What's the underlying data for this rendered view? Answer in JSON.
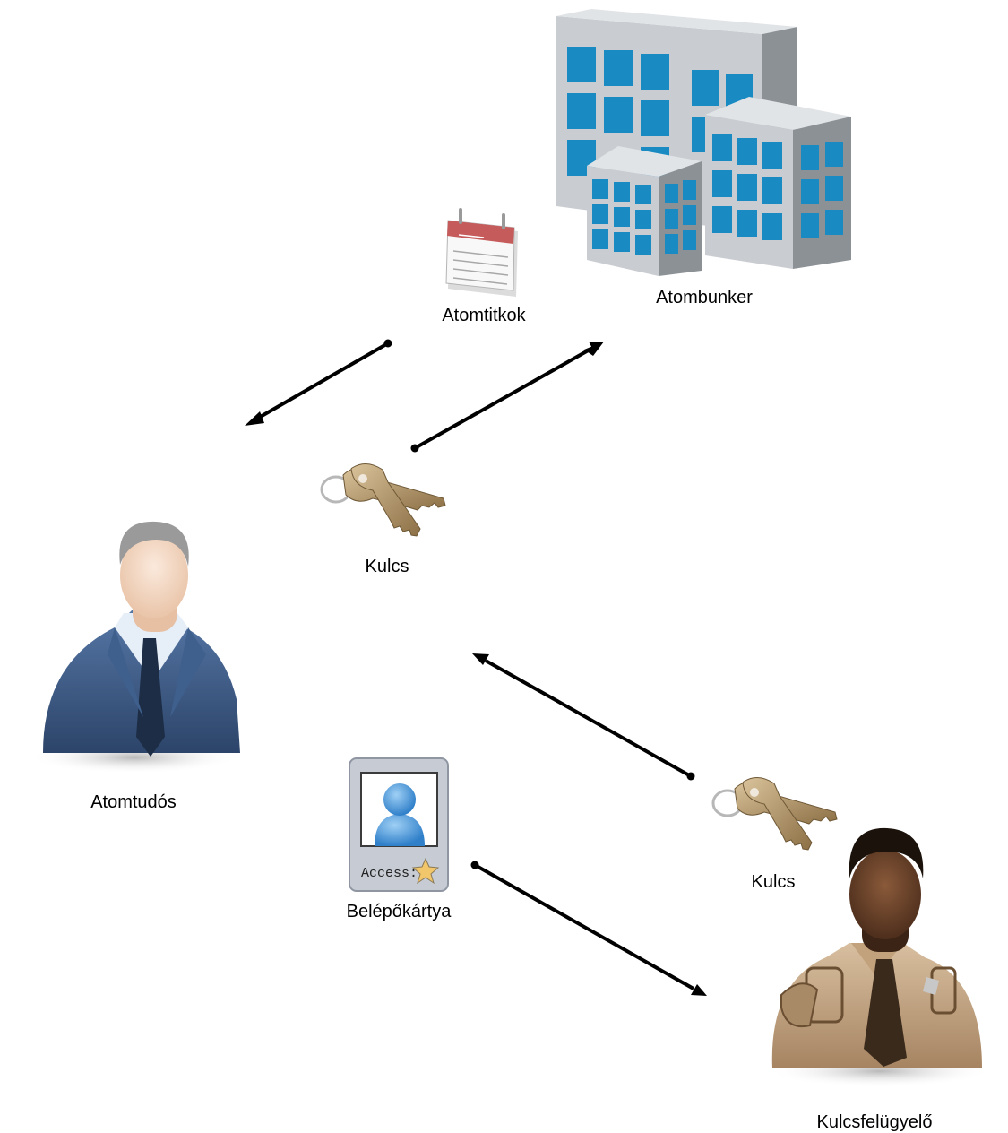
{
  "nodes": {
    "secrets": {
      "label": "Atomtitkok",
      "icon": "notepad-icon"
    },
    "bunker": {
      "label": "Atombunker",
      "icon": "office-building-icon"
    },
    "key_top": {
      "label": "Kulcs",
      "icon": "keys-icon"
    },
    "scientist": {
      "label": "Atomtudós",
      "icon": "businessman-icon"
    },
    "card": {
      "label": "Belépőkártya",
      "icon": "access-card-icon",
      "card_text": "Access:"
    },
    "key_bottom": {
      "label": "Kulcs",
      "icon": "keys-icon"
    },
    "guard": {
      "label": "Kulcsfelügyelő",
      "icon": "security-guard-icon"
    }
  },
  "colors": {
    "building_glass": "#1a8bc2",
    "building_side": "#8c9196",
    "building_front": "#c9ccd0",
    "key_brass": "#b89a6a",
    "suit": "#3b5a86",
    "uniform": "#c9ad8c",
    "card_frame": "#c7ccd4",
    "connector": "#000000"
  }
}
